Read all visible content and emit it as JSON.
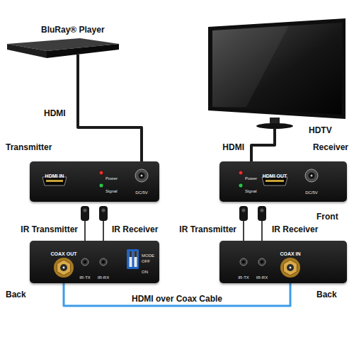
{
  "diagram": {
    "nodes": [
      {
        "text": [
          "BluRay® Player"
        ]
      },
      {
        "text": [
          "HDTV"
        ]
      },
      {
        "text": [
          "HDMI IN",
          "Power",
          "Signal",
          "DC/5V"
        ]
      },
      {
        "text": [
          "Power",
          "Signal",
          "HDMI OUT",
          "DC/5V"
        ]
      },
      {
        "text": [
          "COAX OUT",
          "IR-TX",
          "IR-RX",
          "MODE",
          "OFF",
          "ON"
        ]
      },
      {
        "text": [
          "IR-TX",
          "IR-RX",
          "COAX IN"
        ]
      }
    ],
    "edges": [
      {
        "from": 0,
        "to": 2,
        "label": "HDMI",
        "arrow": "none"
      },
      {
        "from": 1,
        "to": 3,
        "label": "HDMI",
        "arrow": "none"
      },
      {
        "from": 4,
        "to": 5,
        "label": "HDMI over Coax Cable",
        "arrow": "none"
      }
    ],
    "labels": [
      "Transmitter",
      "IR Transmitter",
      "IR Receiver",
      "Back",
      "Receiver",
      "Front",
      "IR Transmitter",
      "IR Receiver",
      "Back"
    ]
  }
}
